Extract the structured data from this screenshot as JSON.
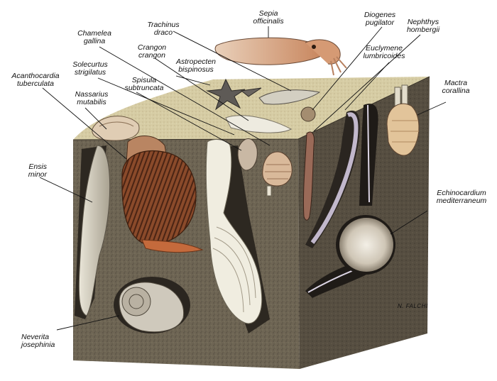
{
  "labels": {
    "sepia": [
      "Sepia",
      "officinalis"
    ],
    "diogenes": [
      "Diogenes",
      "pugilator"
    ],
    "trachinus": [
      "Trachinus",
      "draco"
    ],
    "nephthys": [
      "Nephthys",
      "hombergii"
    ],
    "chamelea": [
      "Chamelea",
      "gallina"
    ],
    "euclymene": [
      "Euclymene",
      "lumbricoides"
    ],
    "crangon": [
      "Crangon",
      "crangon"
    ],
    "astropecten": [
      "Astropecten",
      "bispinosus"
    ],
    "solecurtus": [
      "Solecurtus",
      "strigilatus"
    ],
    "acanthocardia": [
      "Acanthocardia",
      "tuberculata"
    ],
    "spisula": [
      "Spisula",
      "subtruncata"
    ],
    "nassarius": [
      "Nassarius",
      "mutabilis"
    ],
    "mactra": [
      "Mactra",
      "corallina"
    ],
    "ensis": [
      "Ensis",
      "minor"
    ],
    "echinocardium": [
      "Echinocardium",
      "mediterraneum"
    ],
    "neverita": [
      "Neverita",
      "josephinia"
    ]
  },
  "signature": "N. FALCHI",
  "colors": {
    "sediment_front": "#6e6554",
    "sediment_side": "#5c5446",
    "sand_top": "#d9cfa8",
    "burrow": "#2a2520"
  }
}
